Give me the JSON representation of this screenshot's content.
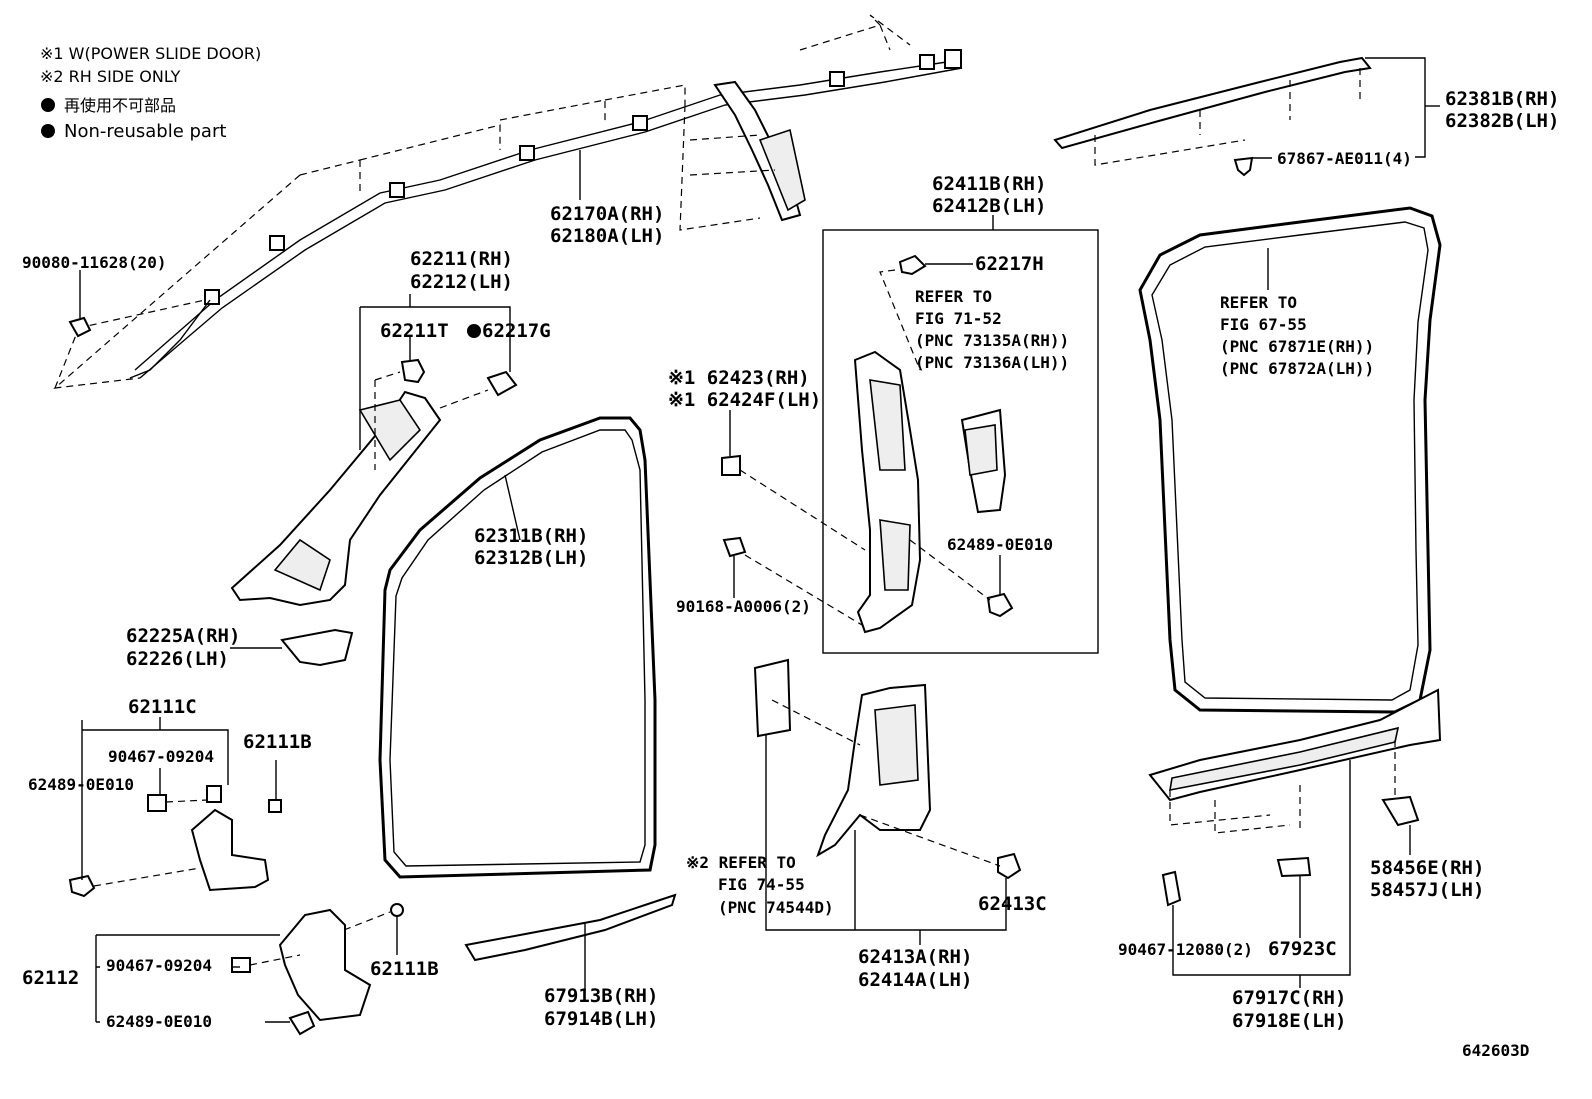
{
  "legend": {
    "note1": "※1 W(POWER SLIDE DOOR)",
    "note2": "※2 RH SIDE ONLY",
    "nonreusable_jp": "再使用不可部品",
    "nonreusable_en": "Non-reusable part"
  },
  "labels": {
    "p62381": "62381B(RH)",
    "p62382": "62382B(LH)",
    "p67867": "67867-AE011(4)",
    "p62170": "62170A(RH)",
    "p62180": "62180A(LH)",
    "p90080": "90080-11628(20)",
    "p62211": "62211(RH)",
    "p62212": "62212(LH)",
    "p62211t": "62211T",
    "p62217g": "62217G",
    "p62411": "62411B(RH)",
    "p62412": "62412B(LH)",
    "p62217h": "62217H",
    "ref7152_1": "REFER TO",
    "ref7152_2": "FIG 71-52",
    "ref7152_3": "(PNC 73135A(RH))",
    "ref7152_4": "(PNC 73136A(LH))",
    "ref6755_1": "REFER TO",
    "ref6755_2": "FIG 67-55",
    "ref6755_3": "(PNC 67871E(RH))",
    "ref6755_4": "(PNC 67872A(LH))",
    "p62423": "※1 62423(RH)",
    "p62424": "※1 62424F(LH)",
    "p62311": "62311B(RH)",
    "p62312": "62312B(LH)",
    "p62489a": "62489-0E010",
    "p90168": "90168-A0006(2)",
    "p62225": "62225A(RH)",
    "p62226": "62226(LH)",
    "p62111c": "62111C",
    "p90467a": "90467-09204",
    "p62111b1": "62111B",
    "p62489b": "62489-0E010",
    "ref7455_1": "※2 REFER TO",
    "ref7455_2": "FIG 74-55",
    "ref7455_3": "(PNC 74544D)",
    "p62413c": "62413C",
    "p62413": "62413A(RH)",
    "p62414": "62414A(LH)",
    "p62112": "62112",
    "p90467b": "90467-09204",
    "p62111b2": "62111B",
    "p62489c": "62489-0E010",
    "p67913": "67913B(RH)",
    "p67914": "67914B(LH)",
    "p58456": "58456E(RH)",
    "p58457": "58457J(LH)",
    "p90467c": "90467-12080(2)",
    "p67923": "67923C",
    "p67917": "67917C(RH)",
    "p67918": "67918E(LH)",
    "fig_id": "642603D"
  }
}
